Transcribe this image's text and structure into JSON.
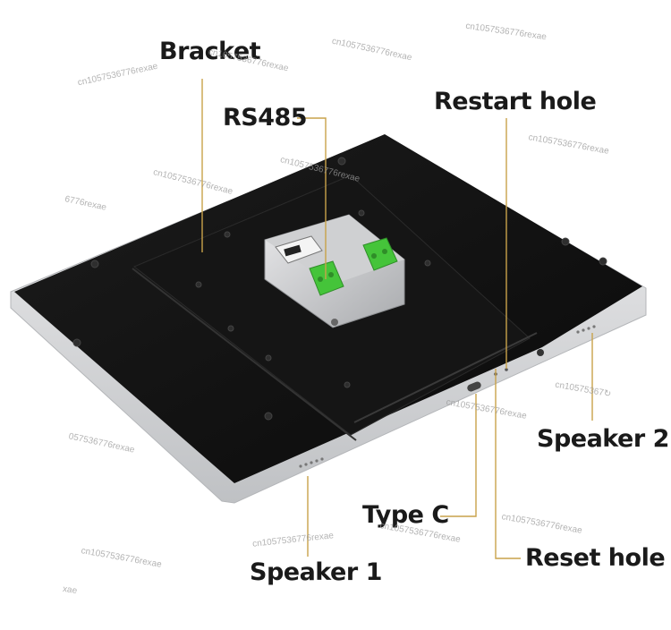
{
  "callouts": {
    "bracket": "Bracket",
    "rs485": "RS485",
    "restart_hole": "Restart hole",
    "speaker_2": "Speaker 2",
    "type_c": "Type C",
    "reset_hole": "Reset hole",
    "speaker_1": "Speaker 1"
  },
  "watermark": {
    "text": "cn1057536776rexae",
    "partial_a": "6776rexae",
    "partial_b": "057536776rexae",
    "partial_c": "cn10575367",
    "partial_d": "cn10575367↻",
    "partial_e": "xae"
  },
  "colors": {
    "back_panel": "#101010",
    "aluminum_frame": "#d9dadc",
    "terminal_green": "#45c43a",
    "leader_line": "#c9a24a"
  }
}
